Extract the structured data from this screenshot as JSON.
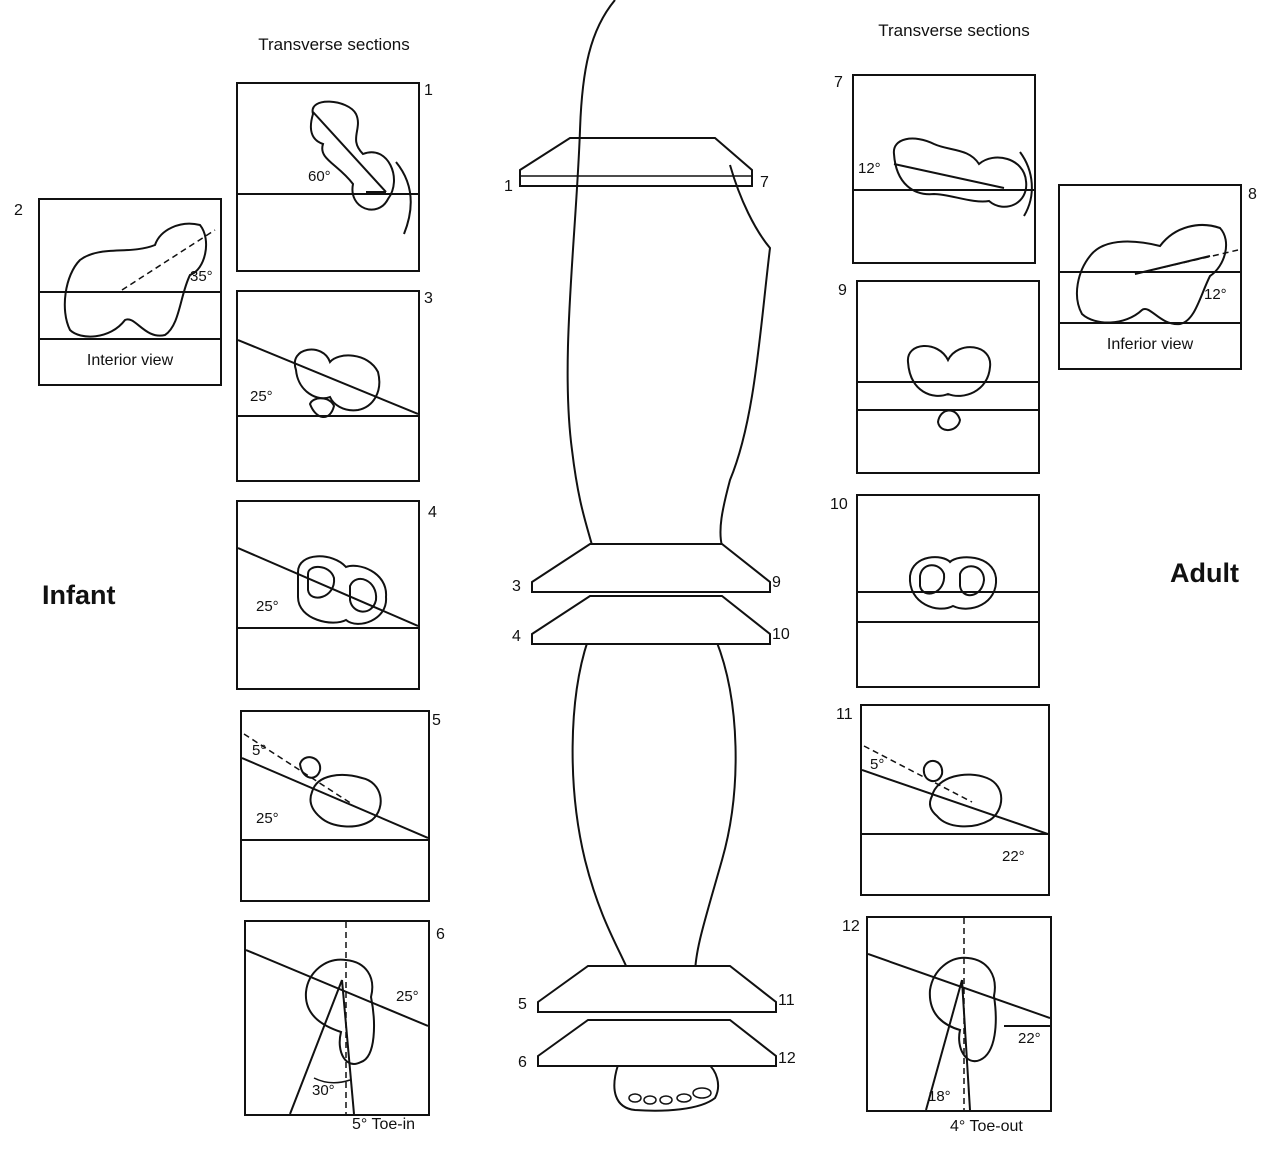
{
  "headers": {
    "left": "Transverse sections",
    "right": "Transverse sections"
  },
  "sides": {
    "left": "Infant",
    "right": "Adult"
  },
  "views": {
    "infant": "Interior view",
    "adult": "Inferior view"
  },
  "numbers": [
    "1",
    "2",
    "3",
    "4",
    "5",
    "6",
    "7",
    "8",
    "9",
    "10",
    "11",
    "12"
  ],
  "angles": {
    "s1": "60°",
    "s2": "35°",
    "s3": "25°",
    "s4": "25°",
    "s5_a": "5°",
    "s5_b": "25°",
    "s6_a": "25°",
    "s6_b": "30°",
    "s7": "12°",
    "s8": "12°",
    "s11_a": "5°",
    "s11_b": "22°",
    "s12_a": "22°",
    "s12_b": "18°"
  },
  "footers": {
    "infant": "5° Toe-in",
    "adult": "4° Toe-out"
  },
  "colors": {
    "ink": "#111111",
    "paper": "#ffffff"
  }
}
